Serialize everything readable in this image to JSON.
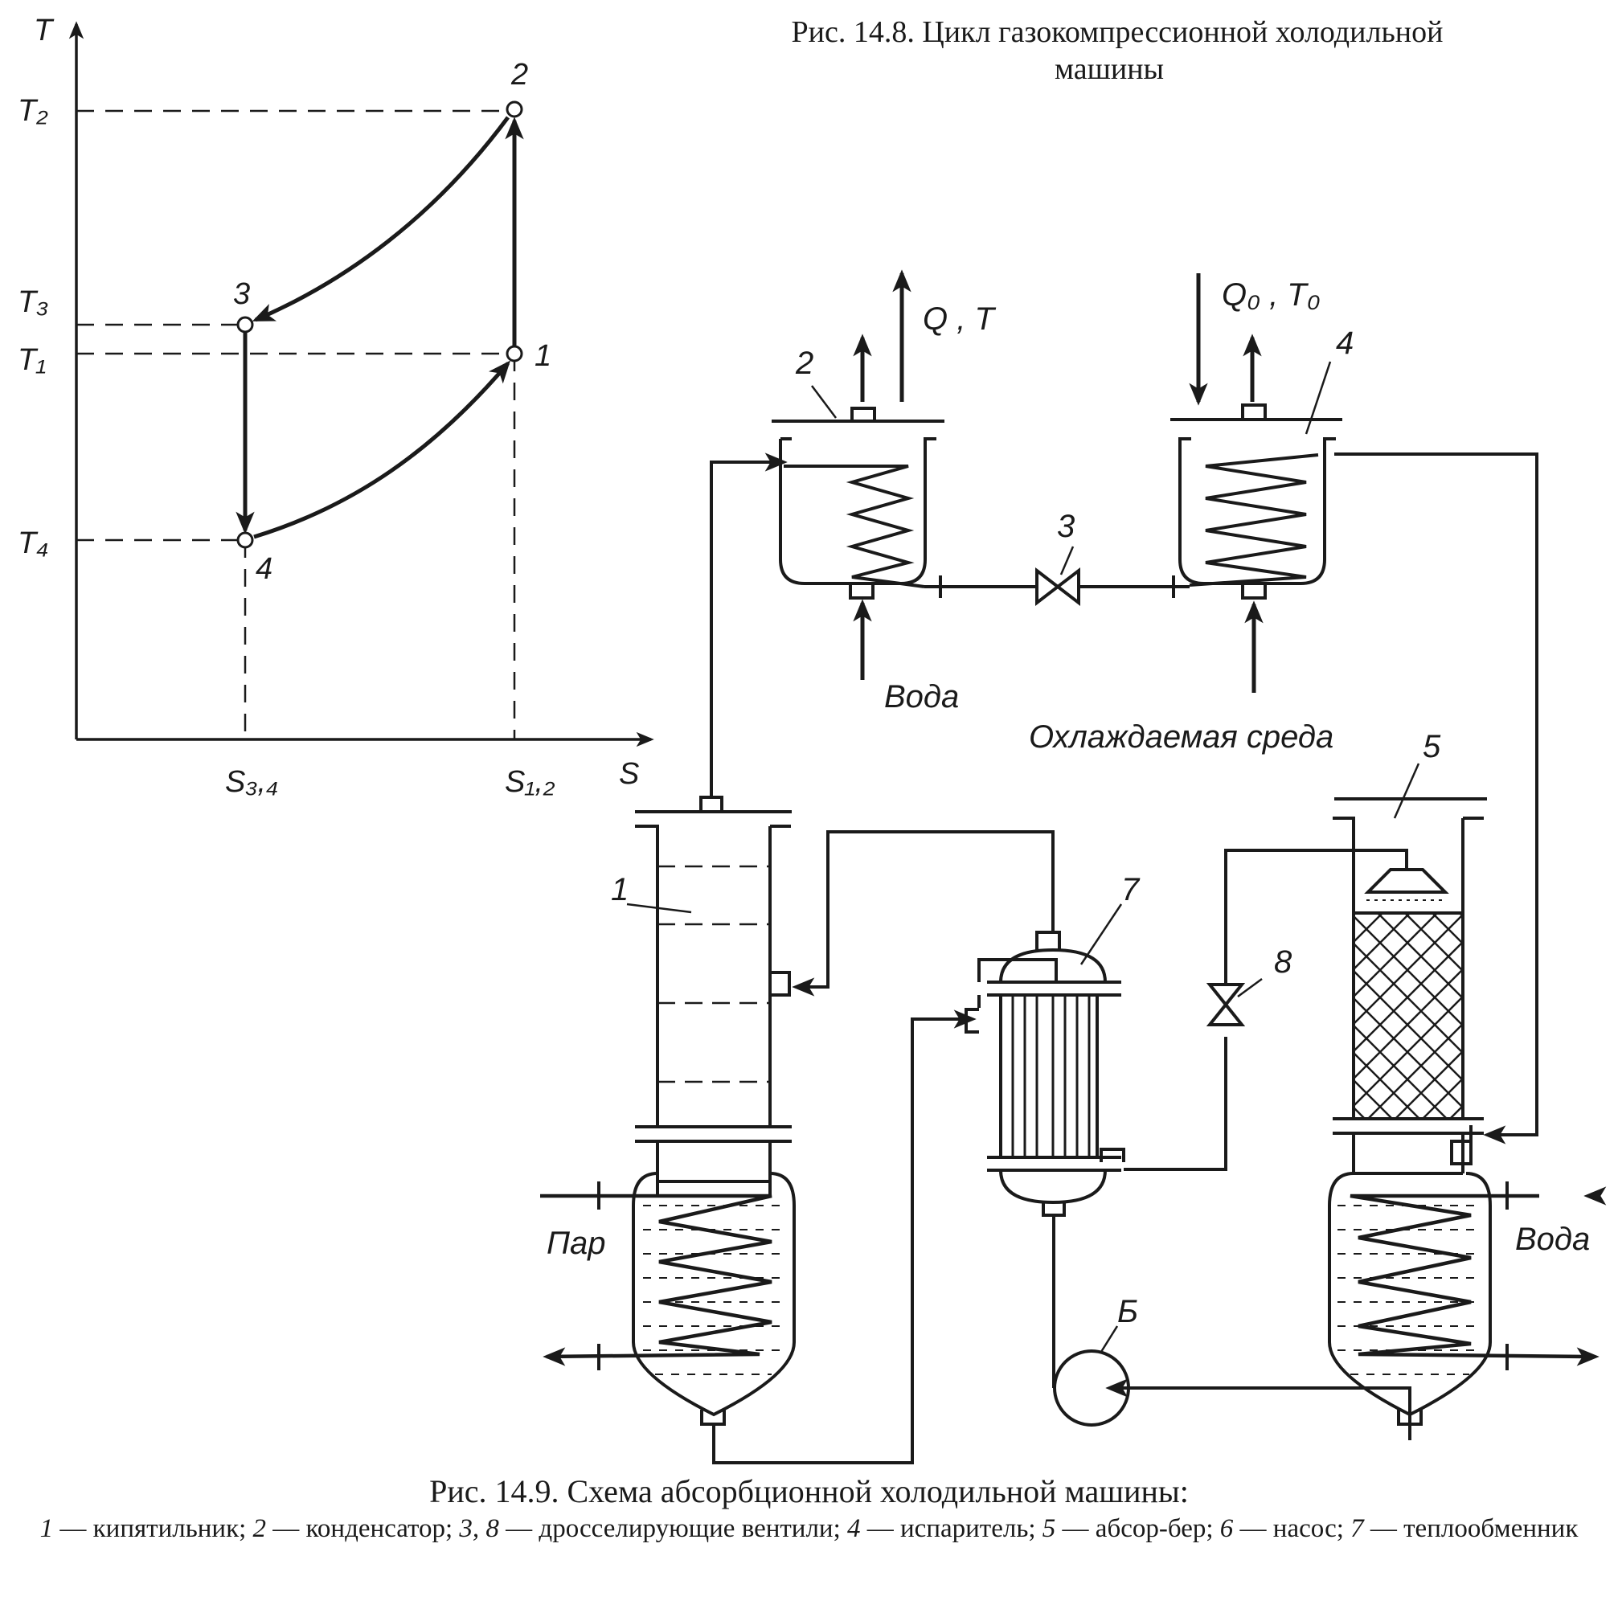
{
  "fig148": {
    "caption_line1": "Рис. 14.8. Цикл газокомпрессионной холодильной",
    "caption_line2": "машины",
    "y_axis": "T",
    "x_axis": "S",
    "ticks_y": [
      "T₂",
      "T₃",
      "T₁",
      "T₄"
    ],
    "ticks_x": [
      "S₃,₄",
      "S₁,₂"
    ],
    "points": [
      "2",
      "3",
      "1",
      "4"
    ]
  },
  "fig149": {
    "caption": "Рис. 14.9. Схема абсорбционной холодильной машины:",
    "legend": [
      {
        "num": "1",
        "text": " — кипятильник; "
      },
      {
        "num": "2",
        "text": " — конденсатор; "
      },
      {
        "num": "3, 8",
        "text": " — дросселирующие вентили; "
      },
      {
        "num": "4",
        "text": " — испаритель; "
      },
      {
        "num": "5",
        "text": " — абсор-бер; "
      },
      {
        "num": "6",
        "text": " — насос; "
      },
      {
        "num": "7",
        "text": " — теплообменник"
      }
    ],
    "labels": {
      "heat_out": "Q , T",
      "heat_in": "Q₀ , T₀",
      "water_condenser": "Вода",
      "cooled_medium": "Охлаждаемая среда",
      "steam": "Пар",
      "water_absorber": "Вода",
      "num_1": "1",
      "num_2": "2",
      "num_3": "3",
      "num_4": "4",
      "num_5": "5",
      "num_6": "Б",
      "num_7": "7",
      "num_8": "8"
    }
  }
}
